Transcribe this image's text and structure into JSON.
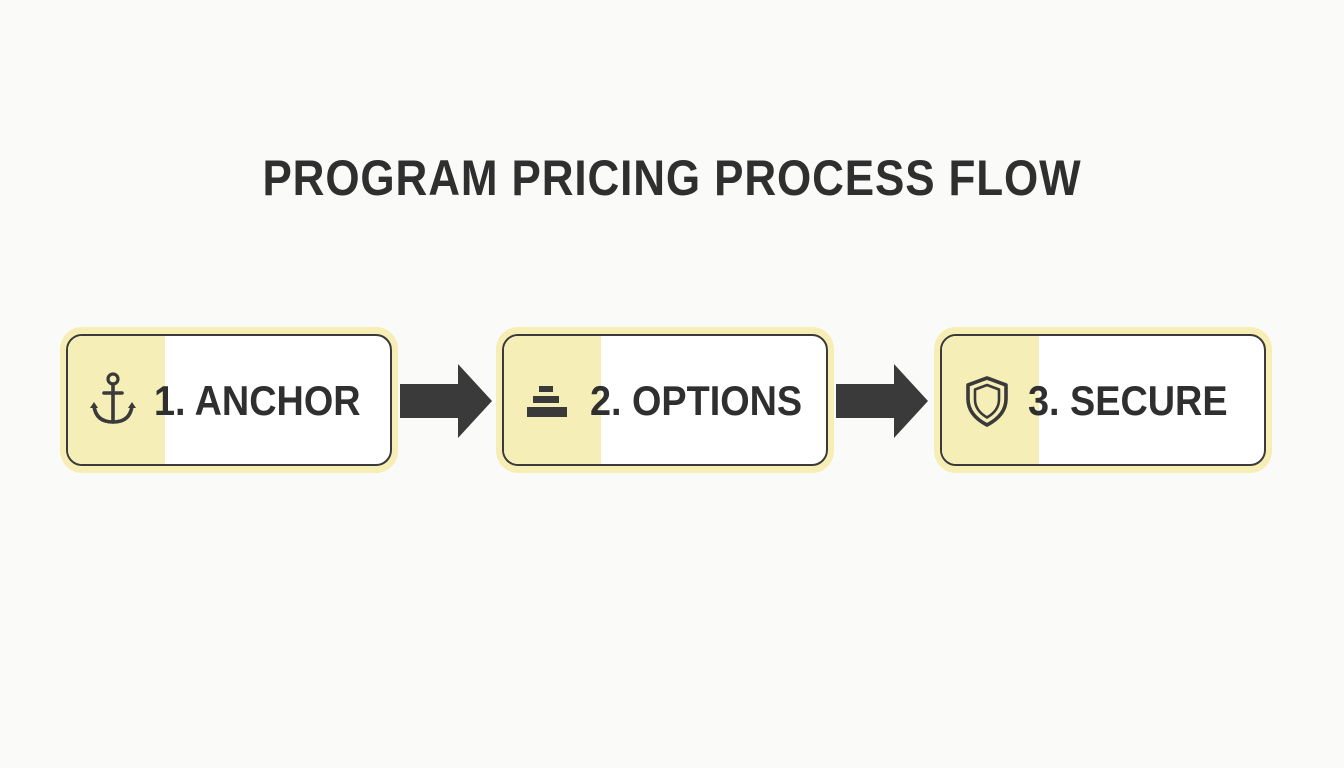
{
  "title": "PROGRAM PRICING PROCESS FLOW",
  "steps": [
    {
      "label": "1. ANCHOR",
      "icon": "anchor-icon"
    },
    {
      "label": "2. OPTIONS",
      "icon": "stacked-tiers-icon"
    },
    {
      "label": "3. SECURE",
      "icon": "shield-icon"
    }
  ],
  "colors": {
    "highlight": "#f5eeb6",
    "text": "#2f2f2f",
    "arrow": "#3a3a3a",
    "background": "#fafaf8"
  }
}
